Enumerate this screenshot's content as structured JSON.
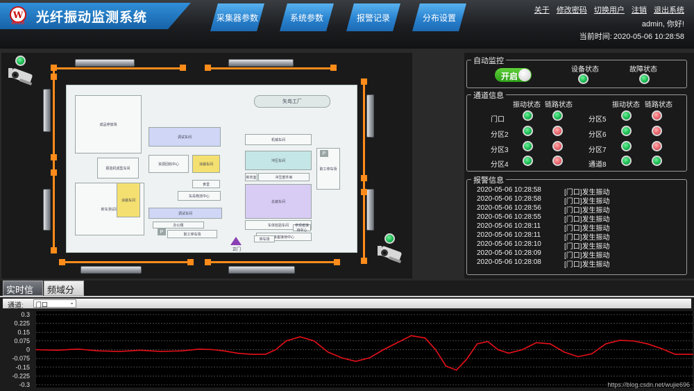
{
  "header": {
    "title": "光纤振动监测系统",
    "logo_text": "WHCR",
    "nav": [
      "采集器参数",
      "系统参数",
      "报警记录",
      "分布设置"
    ],
    "links": [
      "关于",
      "修改密码",
      "切换用户",
      "注销",
      "退出系统"
    ],
    "greeting": "admin, 你好!",
    "clock_label": "当前时间:",
    "clock_value": "2020-05-06 10:28:58"
  },
  "map": {
    "camera_left_status": "green",
    "camera_right_status": "green",
    "labels": {
      "factory": "矢岛工厂",
      "gate": "正门",
      "workshops": [
        "成品停放场",
        "调试车间",
        "机械车间",
        "冲压车间",
        "涂装车间",
        "总装车间",
        "食堂",
        "矢岛物流中心",
        "调试车间",
        "办公楼",
        "职工停车场",
        "车体检验车间",
        "来客接待中心",
        "参观者接待中心",
        "停车场",
        "新车测试场",
        "报验机成型车间",
        "资源回收中心",
        "职工停车场",
        "冲压部件库",
        "涂装车间",
        "新务室"
      ]
    }
  },
  "auto_monitor": {
    "title": "自动监控",
    "toggle_label": "开启",
    "toggle_on": true,
    "device_status_label": "设备状态",
    "fault_status_label": "故障状态",
    "device_status": "green",
    "fault_status": "green"
  },
  "channel_info": {
    "title": "通道信息",
    "col_vibration": "振动状态",
    "col_link": "链路状态",
    "left": [
      {
        "name": "门口",
        "vibration": "green",
        "link": "green"
      },
      {
        "name": "分区2",
        "vibration": "green",
        "link": "red"
      },
      {
        "name": "分区3",
        "vibration": "green",
        "link": "red"
      },
      {
        "name": "分区4",
        "vibration": "green",
        "link": "red"
      }
    ],
    "right": [
      {
        "name": "分区5",
        "vibration": "green",
        "link": "red"
      },
      {
        "name": "分区6",
        "vibration": "green",
        "link": "red"
      },
      {
        "name": "分区7",
        "vibration": "green",
        "link": "red"
      },
      {
        "name": "通道8",
        "vibration": "green",
        "link": "green"
      }
    ]
  },
  "alarm_info": {
    "title": "报警信息",
    "rows": [
      {
        "time": "2020-05-06 10:28:58",
        "msg": "[门口]发生振动"
      },
      {
        "time": "2020-05-06 10:28:58",
        "msg": "[门口]发生振动"
      },
      {
        "time": "2020-05-06 10:28:56",
        "msg": "[门口]发生振动"
      },
      {
        "time": "2020-05-06 10:28:55",
        "msg": "[门口]发生振动"
      },
      {
        "time": "2020-05-06 10:28:11",
        "msg": "[门口]发生振动"
      },
      {
        "time": "2020-05-06 10:28:11",
        "msg": "[门口]发生振动"
      },
      {
        "time": "2020-05-06 10:28:10",
        "msg": "[门口]发生振动"
      },
      {
        "time": "2020-05-06 10:28:09",
        "msg": "[门口]发生振动"
      },
      {
        "time": "2020-05-06 10:28:08",
        "msg": "[门口]发生振动"
      }
    ]
  },
  "bottom": {
    "tabs": [
      "实时信号",
      "频域分析"
    ],
    "active_tab": 0,
    "channel_label": "通道:",
    "channel_value": "门口",
    "watermark": "https://blog.csdn.net/wujie696"
  },
  "colors": {
    "accent_blue": "#2a83cf",
    "fence_orange": "#ff8c1a",
    "signal_red": "#e8101a",
    "status_green": "#16b64e",
    "status_red": "#e45d66"
  },
  "chart_data": {
    "type": "line",
    "title": "",
    "xlabel": "",
    "ylabel": "",
    "ylim": [
      -0.3,
      0.3
    ],
    "yticks": [
      0.3,
      0.225,
      0.15,
      0.075,
      0,
      -0.075,
      -0.15,
      -0.225,
      -0.3
    ],
    "ytick_labels": [
      "0.3",
      "0.225",
      "0.15",
      "0.075",
      "0",
      "-0.075",
      "-0.15",
      "-0.225",
      "-0.3"
    ],
    "grid": true,
    "series": [
      {
        "color": "#e8101a",
        "x": [
          0,
          30,
          60,
          90,
          120,
          150,
          180,
          210,
          235,
          255,
          270,
          290,
          310,
          330,
          345,
          360,
          380,
          400,
          420,
          440,
          460,
          480,
          500,
          520,
          540,
          560,
          575,
          590,
          605,
          620,
          635,
          650,
          665,
          680,
          700,
          720,
          740,
          760,
          780,
          800,
          820,
          840,
          860,
          880,
          900,
          920,
          945
        ],
        "y": [
          0.0,
          -0.005,
          0.005,
          -0.01,
          -0.015,
          -0.005,
          -0.015,
          -0.01,
          0.005,
          0.0,
          -0.01,
          -0.03,
          -0.04,
          -0.04,
          0.0,
          0.075,
          0.11,
          0.075,
          -0.02,
          -0.07,
          -0.1,
          -0.07,
          0.0,
          0.06,
          0.12,
          0.1,
          0.0,
          -0.14,
          -0.175,
          -0.08,
          0.05,
          0.07,
          0.0,
          -0.03,
          0.0,
          0.06,
          0.05,
          -0.02,
          -0.06,
          -0.035,
          0.05,
          0.08,
          0.075,
          0.05,
          0.01,
          -0.04,
          -0.04
        ]
      }
    ]
  }
}
